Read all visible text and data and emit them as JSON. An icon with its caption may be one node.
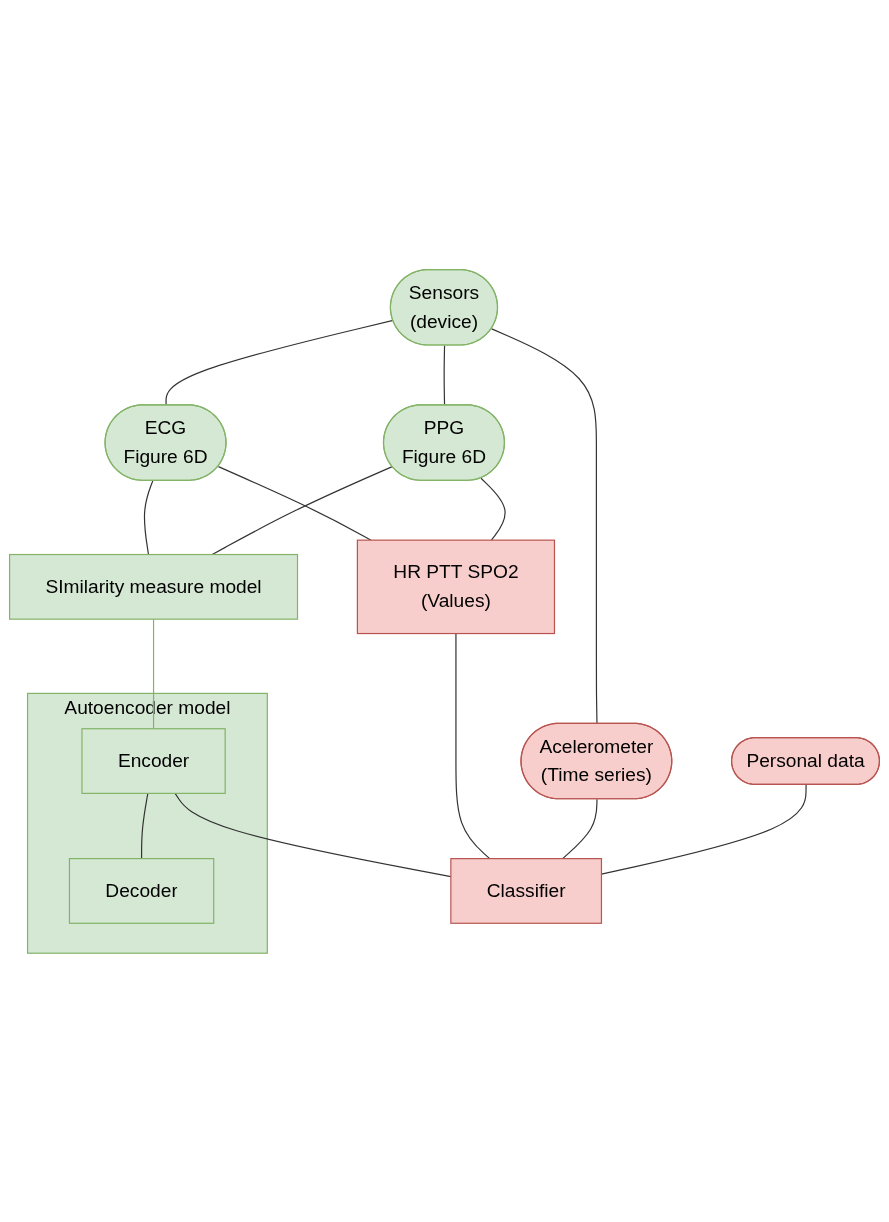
{
  "diagram": {
    "nodes": [
      {
        "text": [
          "Sensors",
          "(device)"
        ]
      },
      {
        "text": [
          "ECG",
          "Figure 6D"
        ]
      },
      {
        "text": [
          "PPG",
          "Figure 6D"
        ]
      },
      {
        "text": [
          "Acelerometer",
          "(Time series)"
        ]
      },
      {
        "text": [
          "SImilarity measure model"
        ]
      },
      {
        "text": [
          "HR PTT SPO2",
          "(Values)"
        ]
      },
      {
        "text": [
          "Personal data"
        ]
      },
      {
        "text": [
          "Autoencoder model"
        ]
      },
      {
        "text": [
          "Encoder"
        ],
        "in": 7
      },
      {
        "text": [
          "Decoder"
        ],
        "in": 7
      },
      {
        "text": [
          "Classifier"
        ]
      }
    ],
    "edges": [
      {
        "from": 0,
        "to": 1,
        "arrow": "none"
      },
      {
        "from": 0,
        "to": 2,
        "arrow": "none"
      },
      {
        "from": 0,
        "to": 3,
        "arrow": "none"
      },
      {
        "from": 1,
        "to": 4,
        "arrow": "none"
      },
      {
        "from": 2,
        "to": 4,
        "arrow": "none"
      },
      {
        "from": 1,
        "to": 5,
        "arrow": "none"
      },
      {
        "from": 2,
        "to": 5,
        "arrow": "none"
      },
      {
        "from": 4,
        "to": 8,
        "arrow": "none",
        "color": "#82b366"
      },
      {
        "from": 8,
        "to": 9,
        "arrow": "none"
      },
      {
        "from": 5,
        "to": 10,
        "arrow": "none"
      },
      {
        "from": 3,
        "to": 10,
        "arrow": "none"
      },
      {
        "from": 6,
        "to": 10,
        "arrow": "none"
      },
      {
        "from": 8,
        "to": 10,
        "arrow": "none"
      }
    ]
  }
}
